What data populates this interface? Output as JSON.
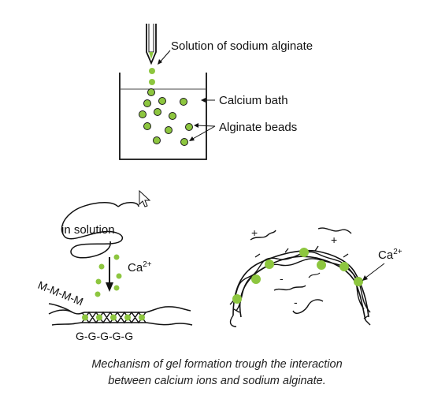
{
  "labels": {
    "solution": "Solution of sodium alginate",
    "calcium_bath": "Calcium bath",
    "alginate_beads": "Alginate beads",
    "in_solution": "in solution",
    "ca_ion_base": "Ca",
    "ca_ion_charge": "2+",
    "mannuronate_chain": "M-M-M-M",
    "guluronate_chain": "G-G-G-G-G",
    "plus_sign": "+",
    "minus_sign": "-"
  },
  "caption": {
    "line1": "Mechanism of gel formation trough the interaction",
    "line2": "between calcium ions and sodium alginate."
  },
  "colors": {
    "bead_fill": "#8dc63f",
    "bead_stroke": "#1a1a1a",
    "ink": "#111111",
    "bath_line": "#444444"
  }
}
